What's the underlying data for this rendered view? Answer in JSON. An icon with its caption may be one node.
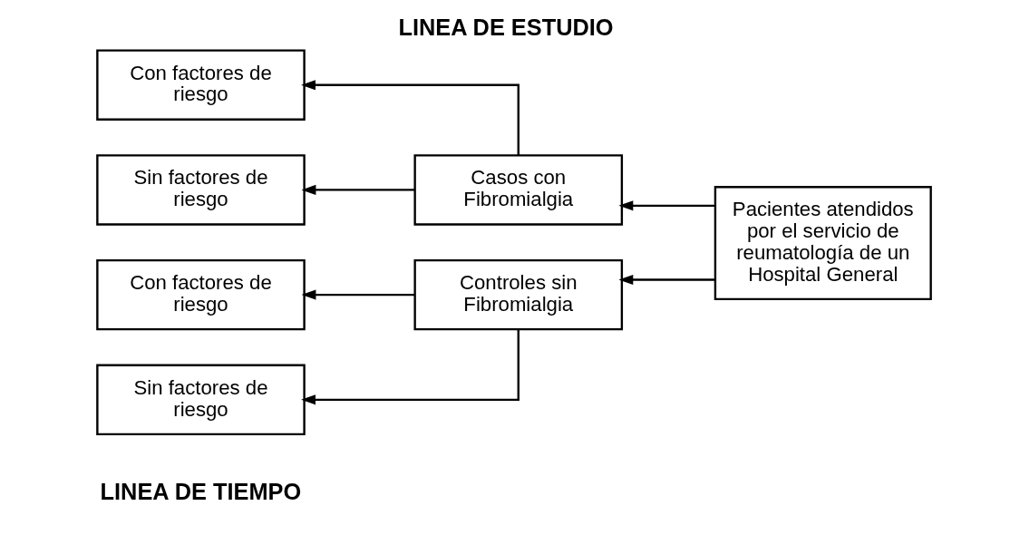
{
  "diagram": {
    "title": "LINEA DE ESTUDIO",
    "caption": "LINEA DE TIEMPO",
    "nodes": [
      {
        "text": [
          "Con factores de riesgo"
        ]
      },
      {
        "text": [
          "Sin factores de riesgo"
        ]
      },
      {
        "text": [
          "Con factores de riesgo"
        ]
      },
      {
        "text": [
          "Sin factores de riesgo"
        ]
      },
      {
        "text": [
          "Casos con Fibromialgia"
        ]
      },
      {
        "text": [
          "Controles sin Fibromialgia"
        ]
      },
      {
        "text": [
          "Pacientes atendidos por el servicio de reumatología de un Hospital General"
        ]
      }
    ],
    "edges": [
      {
        "from": 6,
        "to": 4,
        "arrow": "to"
      },
      {
        "from": 6,
        "to": 5,
        "arrow": "to"
      },
      {
        "from": 4,
        "to": 0,
        "arrow": "to"
      },
      {
        "from": 4,
        "to": 1,
        "arrow": "to"
      },
      {
        "from": 5,
        "to": 2,
        "arrow": "to"
      },
      {
        "from": 5,
        "to": 3,
        "arrow": "to"
      }
    ]
  }
}
